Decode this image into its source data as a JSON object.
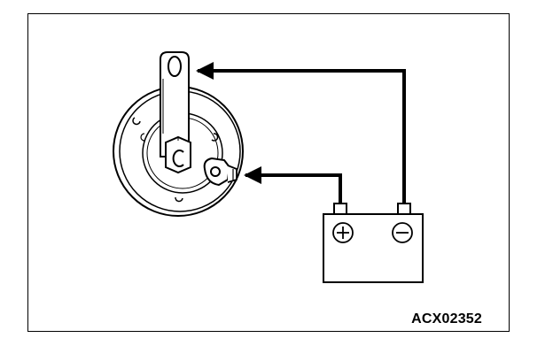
{
  "figure": {
    "reference_code": "ACX02352"
  },
  "diagram": {
    "components": [
      "horn",
      "battery"
    ],
    "battery_terminals": [
      "+",
      "−"
    ],
    "connections": [
      {
        "from": "battery-negative-terminal",
        "to": "horn-mounting-bracket"
      },
      {
        "from": "battery-positive-terminal",
        "to": "horn-input-terminal"
      }
    ]
  },
  "colors": {
    "line": "#000000",
    "background": "#ffffff"
  }
}
